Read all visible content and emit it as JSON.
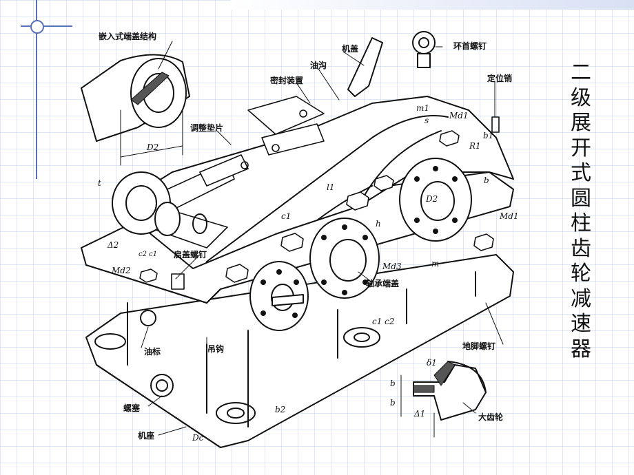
{
  "title_chars": [
    "二",
    "级",
    "展",
    "开",
    "式",
    "圆",
    "柱",
    "齿",
    "轮",
    "减",
    "速",
    "器"
  ],
  "labels": {
    "embedded_cap": "嵌入式端盖结构",
    "cover": "机盖",
    "eyebolt": "环首螺钉",
    "oil_groove": "油沟",
    "seal": "密封装置",
    "locating_pin": "定位销",
    "shim": "调整垫片",
    "jack_screw": "启盖螺钉",
    "bearing_cap": "轴承端盖",
    "anchor_bolt": "地脚螺钉",
    "dipstick": "油标",
    "hook": "吊钩",
    "plug": "螺塞",
    "base": "机座",
    "big_gear": "大齿轮"
  },
  "symbols": {
    "D2_left": "D2",
    "D2_right": "D2",
    "m1": "m1",
    "s": "s",
    "Md1_top": "Md1",
    "R1": "R1",
    "b1": "b1",
    "b": "b",
    "l1": "l1",
    "Md1_right": "Md1",
    "h": "h",
    "c1_top": "c1",
    "t": "t",
    "Delta2": "Δ2",
    "Md2": "Md2",
    "c2c1": "c2 c1",
    "Md3": "Md3",
    "m": "m",
    "c1c2": "c1  c2",
    "delta1": "δ1",
    "b_small": "b",
    "b_bottom": "b",
    "Delta1": "Δ1",
    "b2": "b2",
    "Dc": "Dc"
  }
}
